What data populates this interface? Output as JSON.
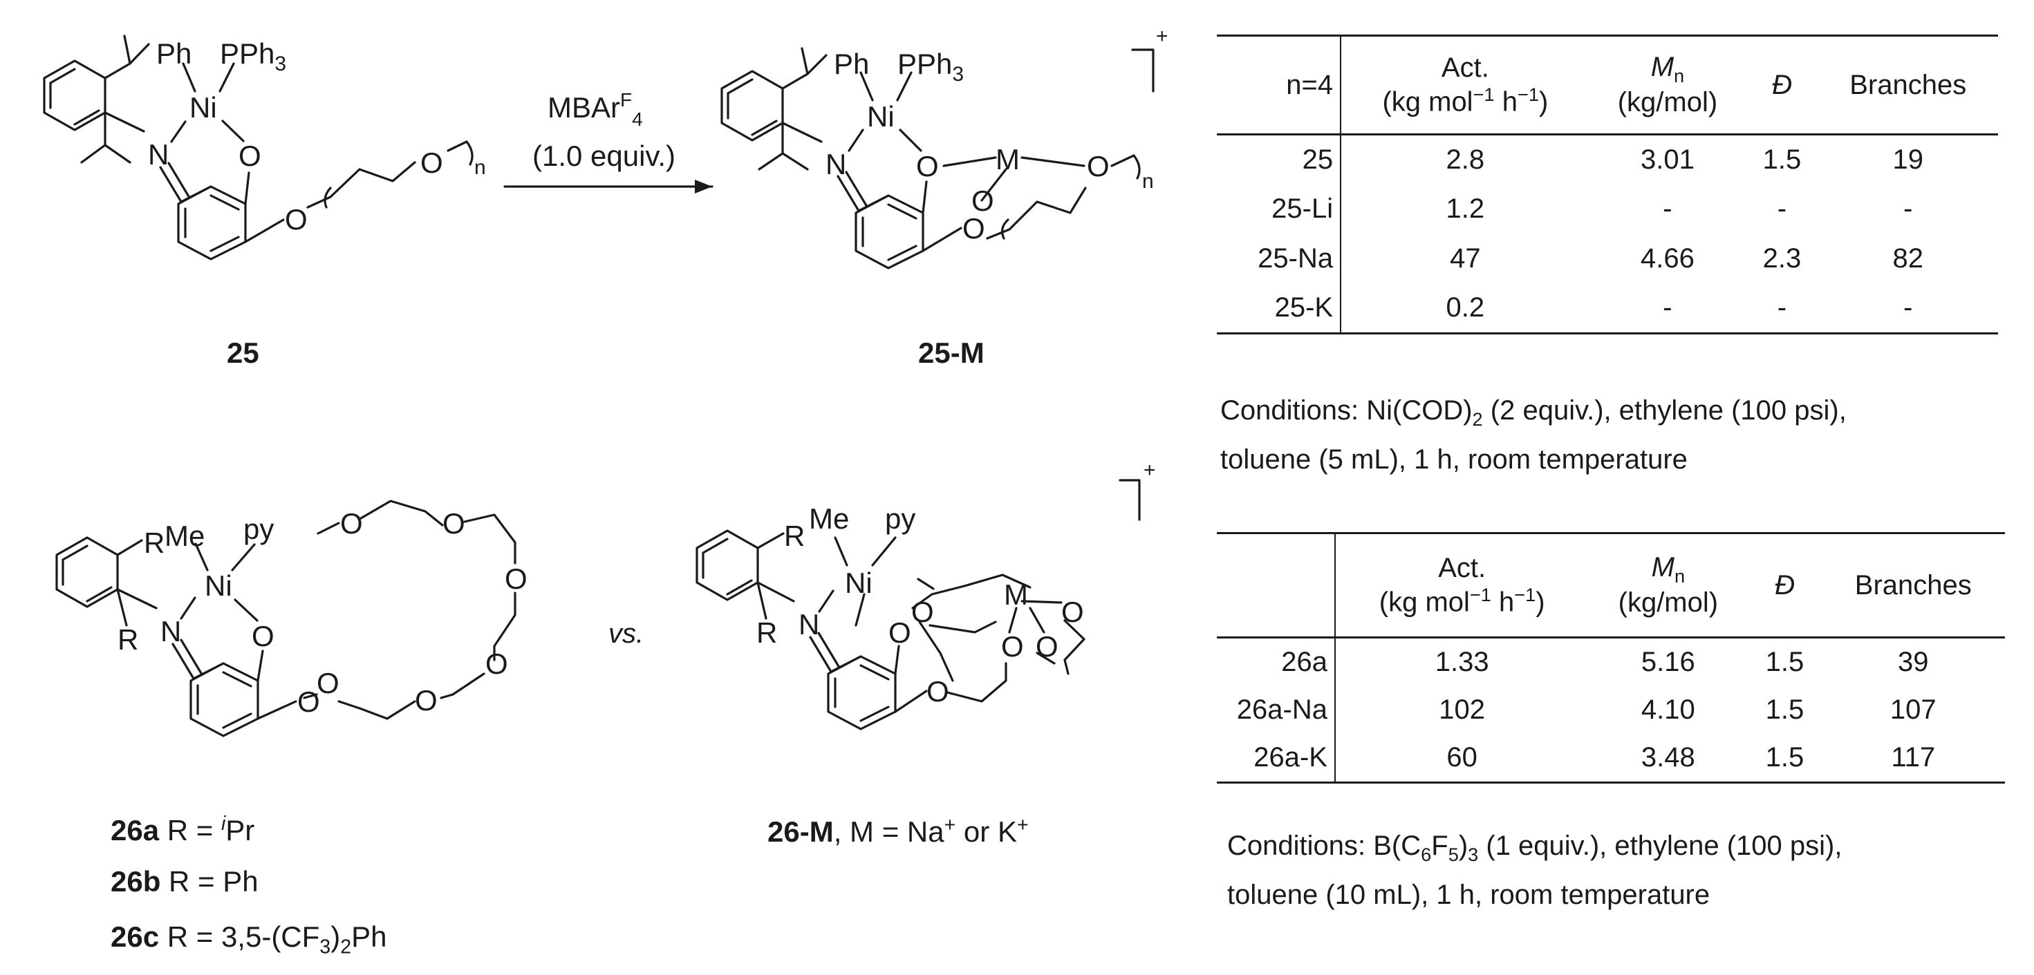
{
  "top_scheme": {
    "reagent": "MBAr",
    "reagent_sup": "F",
    "reagent_sub": "4",
    "equiv": "(1.0 equiv.)",
    "label_25": "25",
    "label_25M": "25-M",
    "charge": "+"
  },
  "bottom_scheme": {
    "vs": "vs.",
    "label_26a": "26a",
    "label_26a_rest": " R = ",
    "label_26a_sup": "i",
    "label_26a_tail": "Pr",
    "label_26b": "26b",
    "label_26b_rest": " R = Ph",
    "label_26c": "26c",
    "label_26c_rest": " R = 3,5-(CF",
    "label_26c_sub": "3",
    "label_26c_tail": ")",
    "label_26c_sub2": "2",
    "label_26c_tail2": "Ph",
    "label_26M": "26-M",
    "label_26M_rest": ", M = Na",
    "label_26M_sup": "+",
    "label_26M_mid": " or K",
    "label_26M_sup2": "+",
    "charge": "+"
  },
  "atoms": {
    "Ph": "Ph",
    "PPh3": "PPh",
    "PPh3_sub": "3",
    "Ni": "Ni",
    "N": "N",
    "O": "O",
    "n": "n",
    "M": "M",
    "Me": "Me",
    "py": "py",
    "R": "R"
  },
  "table1": {
    "corner": "n=4",
    "headers": {
      "act": "Act.",
      "act_units": "(kg mol",
      "act_units_sup1": "−1",
      "act_units_mid": " h",
      "act_units_sup2": "−1",
      "act_units_end": ")",
      "mn": "M",
      "mn_sub": "n",
      "mn_units": "(kg/mol)",
      "d": "Đ",
      "branches": "Branches"
    },
    "rows": [
      {
        "name": "25",
        "act": "2.8",
        "mn": "3.01",
        "d": "1.5",
        "branches": "19"
      },
      {
        "name": "25-Li",
        "act": "1.2",
        "mn": "-",
        "d": "-",
        "branches": "-"
      },
      {
        "name": "25-Na",
        "act": "47",
        "mn": "4.66",
        "d": "2.3",
        "branches": "82"
      },
      {
        "name": "25-K",
        "act": "0.2",
        "mn": "-",
        "d": "-",
        "branches": "-"
      }
    ],
    "conditions_line1": "Conditions: Ni(COD)",
    "conditions_line1_sub": "2",
    "conditions_line1_tail": " (2 equiv.), ethylene (100 psi),",
    "conditions_line2": "toluene (5 mL), 1 h, room temperature"
  },
  "table2": {
    "corner": "",
    "rows": [
      {
        "name": "26a",
        "act": "1.33",
        "mn": "5.16",
        "d": "1.5",
        "branches": "39"
      },
      {
        "name": "26a-Na",
        "act": "102",
        "mn": "4.10",
        "d": "1.5",
        "branches": "107"
      },
      {
        "name": "26a-K",
        "act": "60",
        "mn": "3.48",
        "d": "1.5",
        "branches": "117"
      }
    ],
    "conditions_line1": "Conditions: B(C",
    "conditions_line1_sub": "6",
    "conditions_line1_mid": "F",
    "conditions_line1_sub2": "5",
    "conditions_line1_mid2": ")",
    "conditions_line1_sub3": "3",
    "conditions_line1_tail": " (1 equiv.), ethylene (100 psi),",
    "conditions_line2": "toluene (10 mL), 1 h, room temperature"
  }
}
